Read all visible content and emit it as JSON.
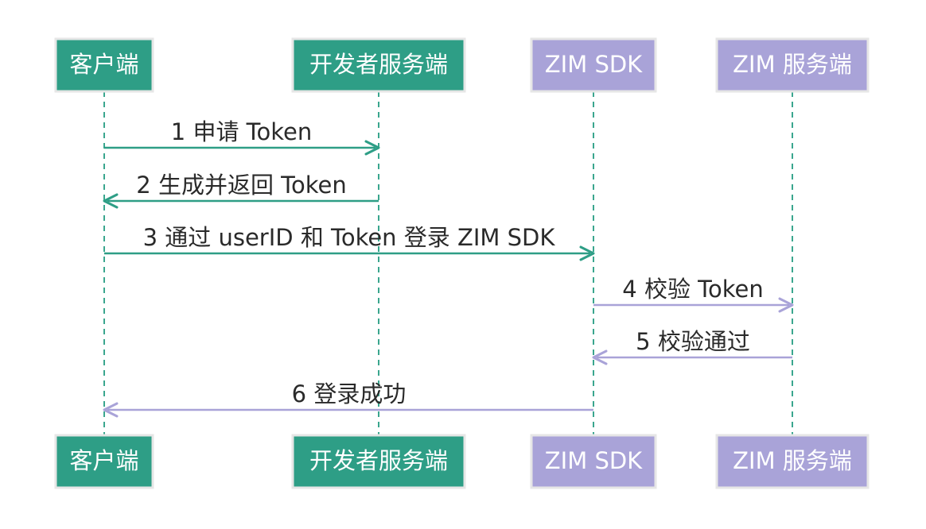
{
  "colors": {
    "green": "#2e9e86",
    "purple": "#a9a3d8",
    "lifeline": "#3aa68e",
    "text_dark": "#2a2a2a",
    "box_text": "#ffffff"
  },
  "participants": [
    {
      "id": "client",
      "label": "客户端",
      "color": "green"
    },
    {
      "id": "dev_server",
      "label": "开发者服务端",
      "color": "green"
    },
    {
      "id": "zim_sdk",
      "label": "ZIM SDK",
      "color": "purple"
    },
    {
      "id": "zim_server",
      "label": "ZIM 服务端",
      "color": "purple"
    }
  ],
  "messages": [
    {
      "step": "1",
      "label": "1 申请 Token",
      "from": "client",
      "to": "dev_server",
      "color": "green"
    },
    {
      "step": "2",
      "label": "2 生成并返回 Token",
      "from": "dev_server",
      "to": "client",
      "color": "green"
    },
    {
      "step": "3",
      "label": "3 通过 userID 和 Token 登录 ZIM SDK",
      "from": "client",
      "to": "zim_sdk",
      "color": "green"
    },
    {
      "step": "4",
      "label": "4 校验 Token",
      "from": "zim_sdk",
      "to": "zim_server",
      "color": "purple"
    },
    {
      "step": "5",
      "label": "5 校验通过",
      "from": "zim_server",
      "to": "zim_sdk",
      "color": "purple"
    },
    {
      "step": "6",
      "label": "6 登录成功",
      "from": "zim_sdk",
      "to": "client",
      "color": "purple"
    }
  ]
}
